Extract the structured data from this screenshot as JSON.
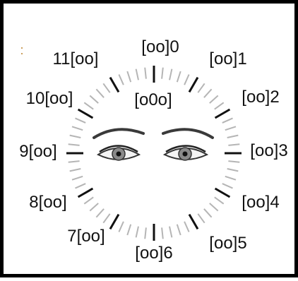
{
  "diagram": {
    "center_label": "[o0o]",
    "stray_mark": ":",
    "hour_labels": [
      {
        "hour": 0,
        "text": "[oo]0"
      },
      {
        "hour": 1,
        "text": "[oo]1"
      },
      {
        "hour": 2,
        "text": "[oo]2"
      },
      {
        "hour": 3,
        "text": "[oo]3"
      },
      {
        "hour": 4,
        "text": "[oo]4"
      },
      {
        "hour": 5,
        "text": "[oo]5"
      },
      {
        "hour": 6,
        "text": "[oo]6"
      },
      {
        "hour": 7,
        "text": "7[oo]"
      },
      {
        "hour": 8,
        "text": "8[oo]"
      },
      {
        "hour": 9,
        "text": "9[oo]"
      },
      {
        "hour": 10,
        "text": "10[oo]"
      },
      {
        "hour": 11,
        "text": "11[oo]"
      }
    ],
    "colors": {
      "major_tick": "#111111",
      "minor_tick": "#b5b5b5",
      "eye_iris": "#8a8a8a",
      "eyebrow": "#3a3a3a"
    }
  }
}
